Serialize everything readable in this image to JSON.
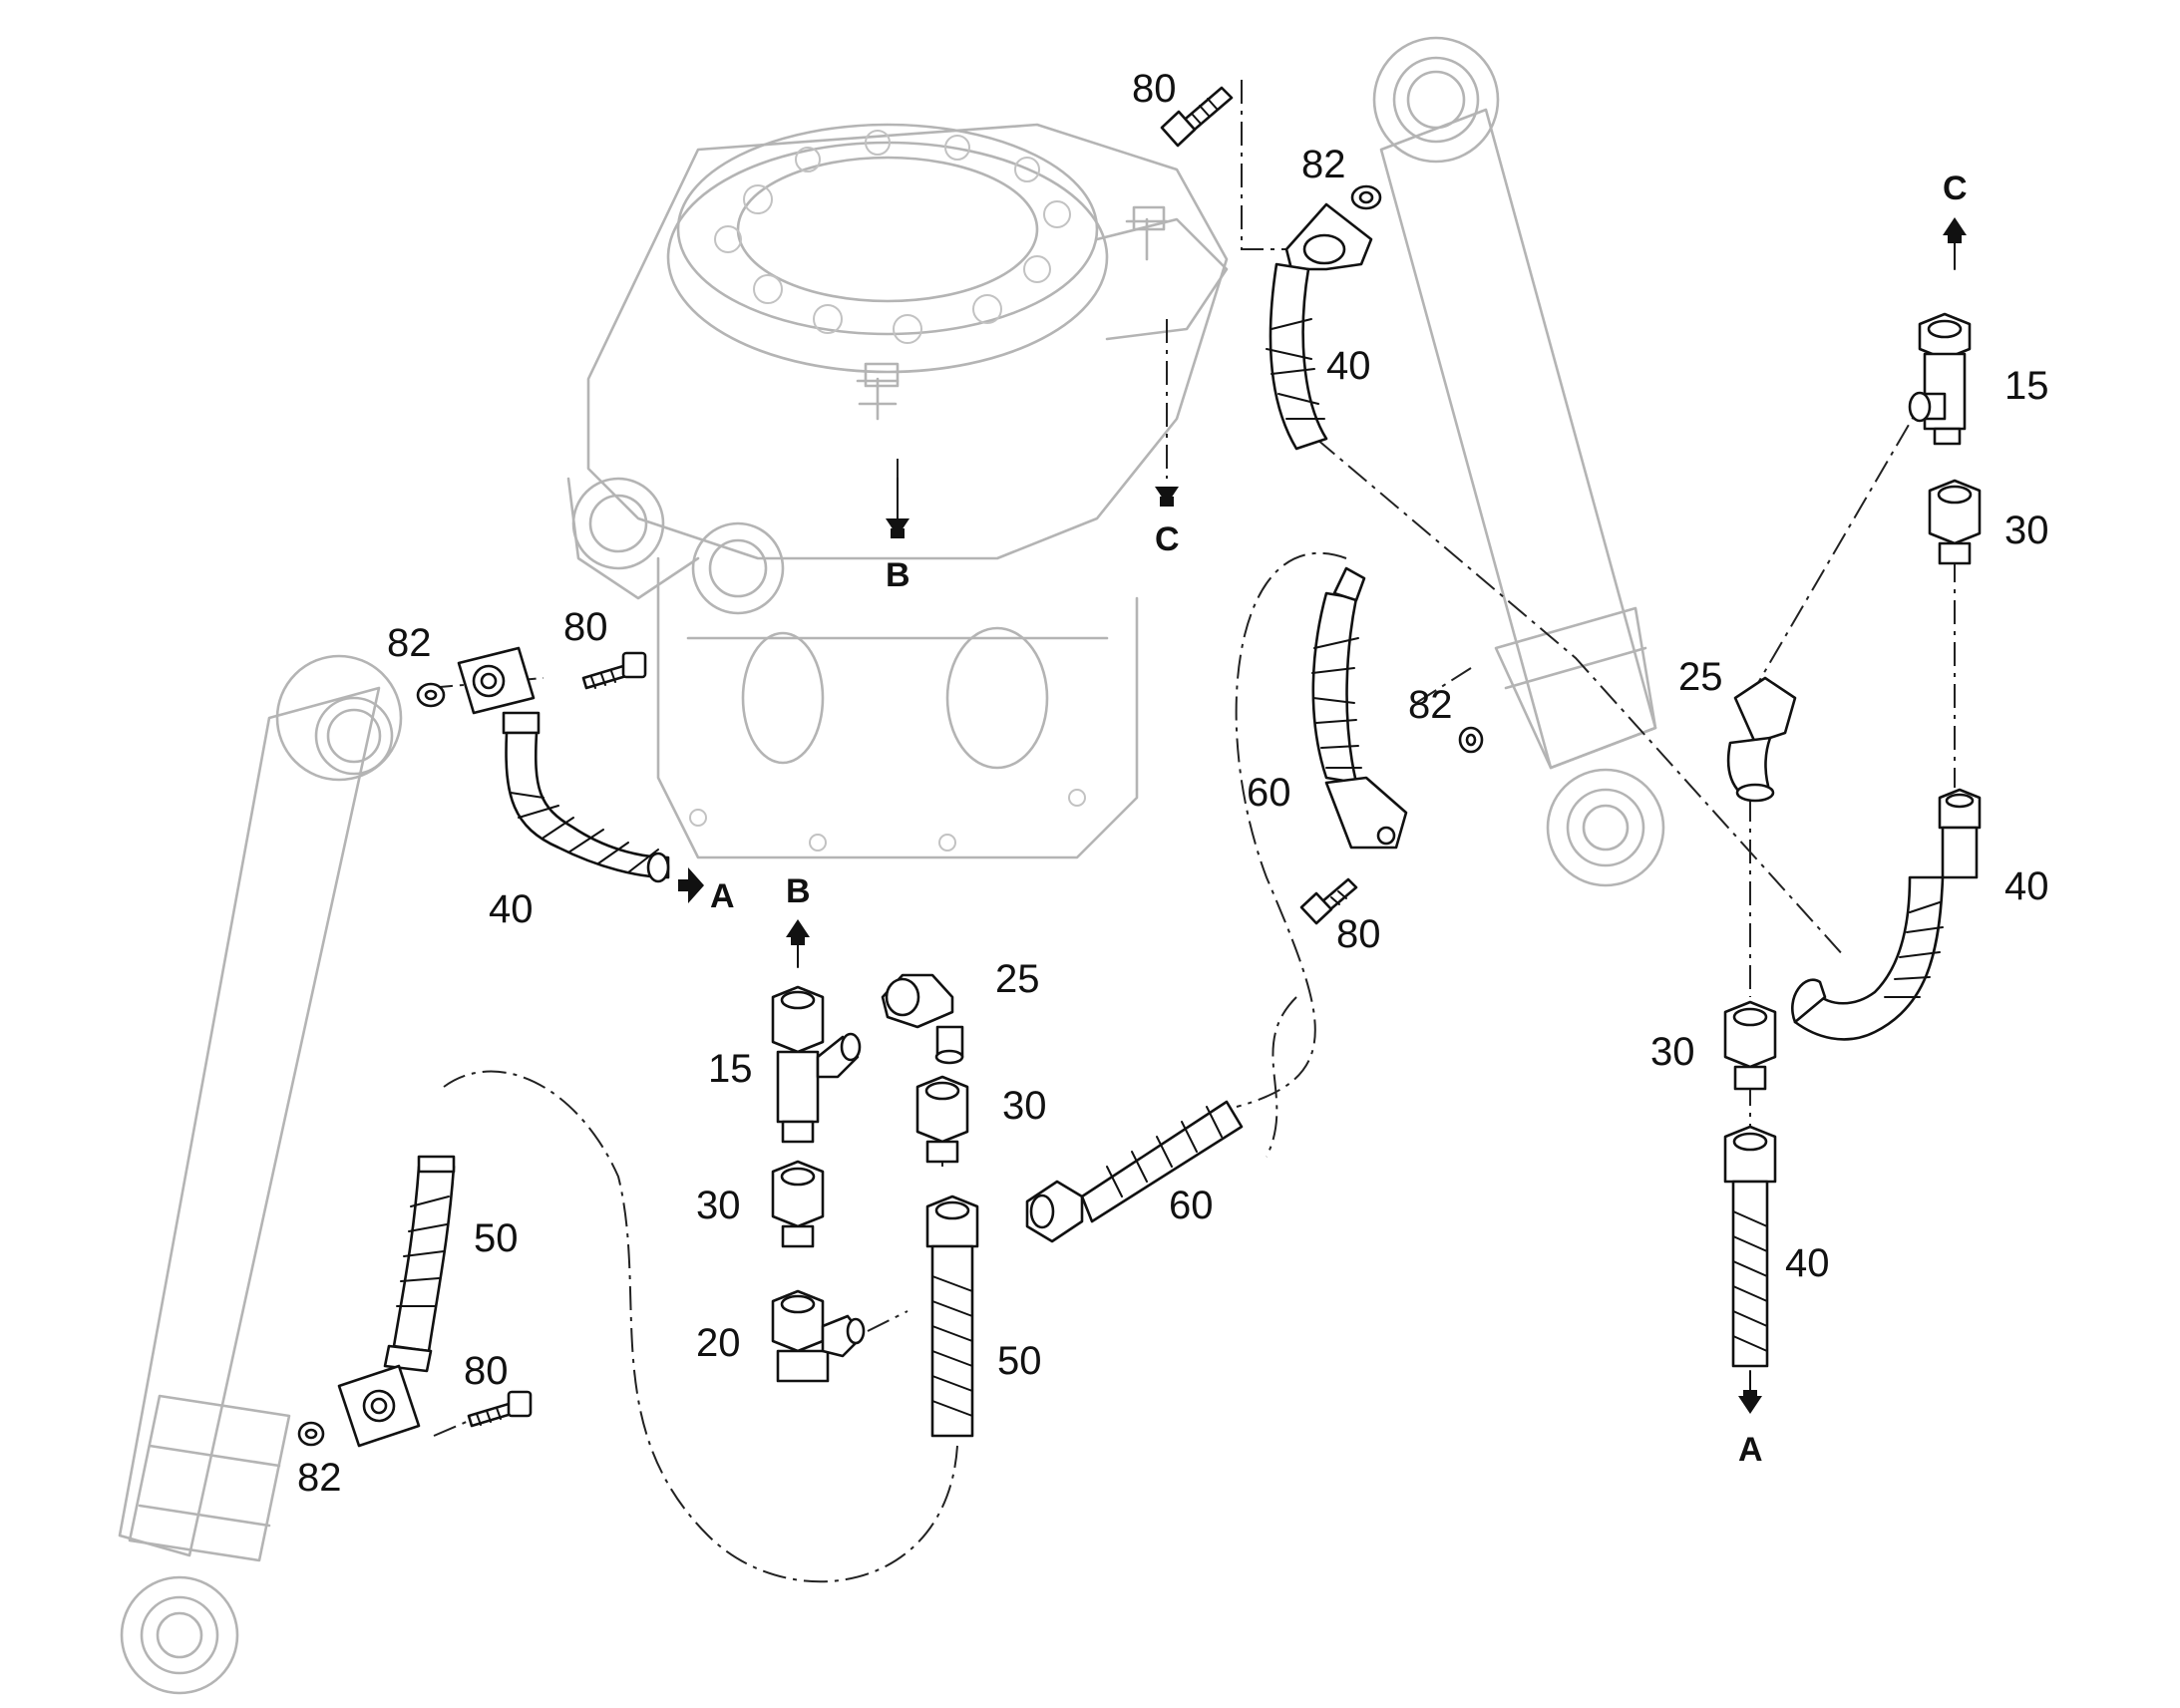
{
  "callouts": {
    "c80_top": "80",
    "c82_top": "82",
    "c40_top": "40",
    "c15_right": "15",
    "c30_right": "30",
    "c25_right": "25",
    "c40_right": "40",
    "c30_right_low": "30",
    "c40_right_low": "40",
    "c82_left": "82",
    "c80_left": "80",
    "c40_left": "40",
    "c82_mid": "82",
    "c60_mid": "60",
    "c80_mid": "80",
    "c15_center": "15",
    "c25_center": "25",
    "c30_center_a": "30",
    "c30_center_b": "30",
    "c20_center": "20",
    "c50_center": "50",
    "c60_center": "60",
    "c50_left": "50",
    "c80_bottom": "80",
    "c82_bottom": "82"
  },
  "refs": {
    "b_top": "B",
    "c_top": "C",
    "a_left": "A",
    "b_center": "B",
    "c_right": "C",
    "a_right": "A"
  }
}
